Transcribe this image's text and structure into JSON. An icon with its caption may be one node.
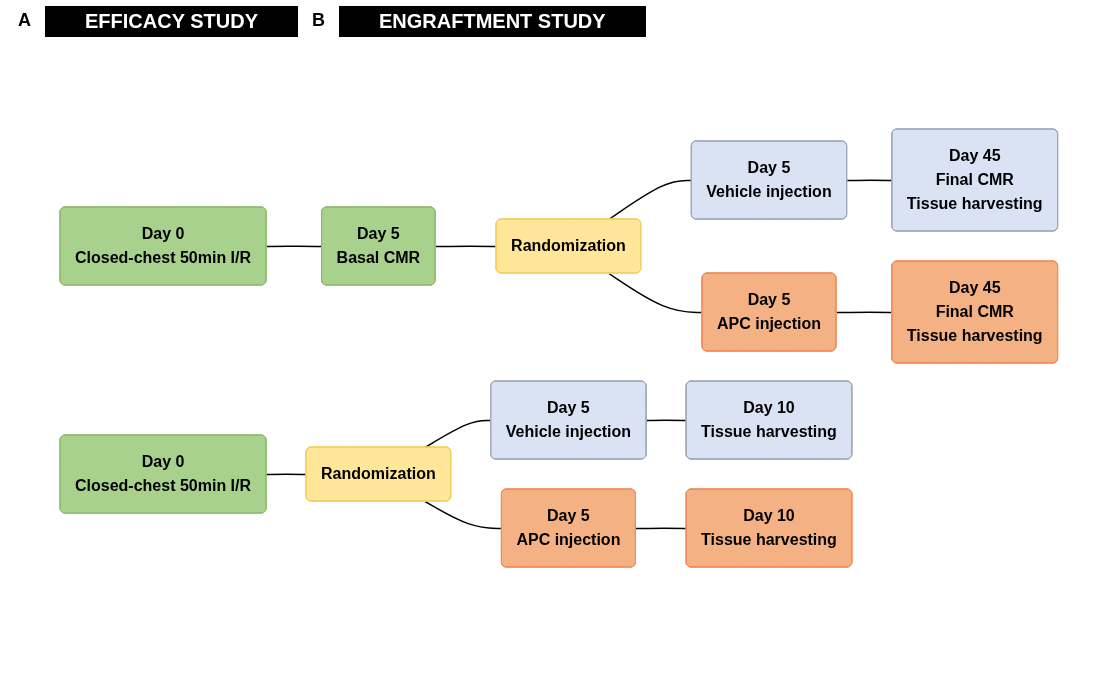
{
  "diagram": {
    "nodes": [
      {
        "text": [
          "Day 0",
          "Closed-chest 50min I/R"
        ]
      },
      {
        "text": [
          "Day 5",
          "Basal CMR"
        ]
      },
      {
        "text": [
          "Randomization"
        ]
      },
      {
        "text": [
          "Day 5",
          "Vehicle injection"
        ]
      },
      {
        "text": [
          "Day 45",
          "Final CMR",
          "Tissue harvesting"
        ]
      },
      {
        "text": [
          "Day 5",
          "APC injection"
        ]
      },
      {
        "text": [
          "Day 45",
          "Final CMR",
          "Tissue harvesting"
        ]
      },
      {
        "text": [
          "Day 0",
          "Closed-chest 50min I/R"
        ]
      },
      {
        "text": [
          "Randomization"
        ]
      },
      {
        "text": [
          "Day 5",
          "Vehicle injection"
        ]
      },
      {
        "text": [
          "Day 10",
          "Tissue harvesting"
        ]
      },
      {
        "text": [
          "Day 5",
          "APC injection"
        ]
      },
      {
        "text": [
          "Day 10",
          "Tissue harvesting"
        ]
      }
    ],
    "edges": [
      {
        "from": 0,
        "to": 1,
        "arrow": "none"
      },
      {
        "from": 1,
        "to": 2,
        "arrow": "none"
      },
      {
        "from": 2,
        "to": 3,
        "arrow": "none"
      },
      {
        "from": 3,
        "to": 4,
        "arrow": "none"
      },
      {
        "from": 2,
        "to": 5,
        "arrow": "none"
      },
      {
        "from": 5,
        "to": 6,
        "arrow": "none"
      },
      {
        "from": 7,
        "to": 8,
        "arrow": "none"
      },
      {
        "from": 8,
        "to": 9,
        "arrow": "none"
      },
      {
        "from": 9,
        "to": 10,
        "arrow": "none"
      },
      {
        "from": 8,
        "to": 11,
        "arrow": "none"
      },
      {
        "from": 11,
        "to": 12,
        "arrow": "none"
      }
    ],
    "labels": [
      "A",
      "EFFICACY STUDY",
      "B",
      "ENGRAFTMENT STUDY"
    ]
  }
}
